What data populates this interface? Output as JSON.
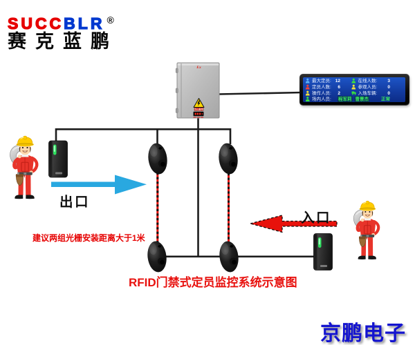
{
  "logo": {
    "succ": "SUCC",
    "blr": "BLR",
    "reg": "®",
    "cn": "赛克蓝鹏"
  },
  "control_box": {
    "ex_mark": "Ex",
    "warning_sticker": "当心触电"
  },
  "display_panel": {
    "rows": [
      {
        "left": {
          "icon": "person",
          "color": "#5cb2f5",
          "label": "最大定员:",
          "value": "12"
        },
        "right": {
          "icon": "person",
          "color": "#3ae23c",
          "label": "在线人数:",
          "value": "3"
        }
      },
      {
        "left": {
          "icon": "person",
          "color": "#f04438",
          "label": "定员人数:",
          "value": "6"
        },
        "right": {
          "icon": "person",
          "color": "#f0e03c",
          "label": "参观人员:",
          "value": "0"
        }
      },
      {
        "left": {
          "icon": "person",
          "color": "#f0e03c",
          "label": "操作人员:",
          "value": "2"
        },
        "right": {
          "icon": "truck",
          "color": "#3ae23c",
          "label": "入场车辆:",
          "value": "0"
        }
      },
      {
        "left": {
          "icon": "person",
          "color": "#3ae23c",
          "label": "场内人员:",
          "names": [
            "程军莉",
            "曹景杰"
          ]
        },
        "right": {
          "status": "正常"
        }
      }
    ]
  },
  "labels": {
    "exit": "出口",
    "entrance": "入口",
    "note": "建议两组光栅安装距离大于1米",
    "title": "RFID门禁式定员监控系统示意图",
    "brand": "京鹏电子"
  },
  "colors": {
    "exit_arrow": "#29a8e0",
    "entry_arrow": "#e8120c",
    "wire": "#1c1c1c",
    "beam": "#e8120c",
    "led_green": "#2ee05e"
  }
}
